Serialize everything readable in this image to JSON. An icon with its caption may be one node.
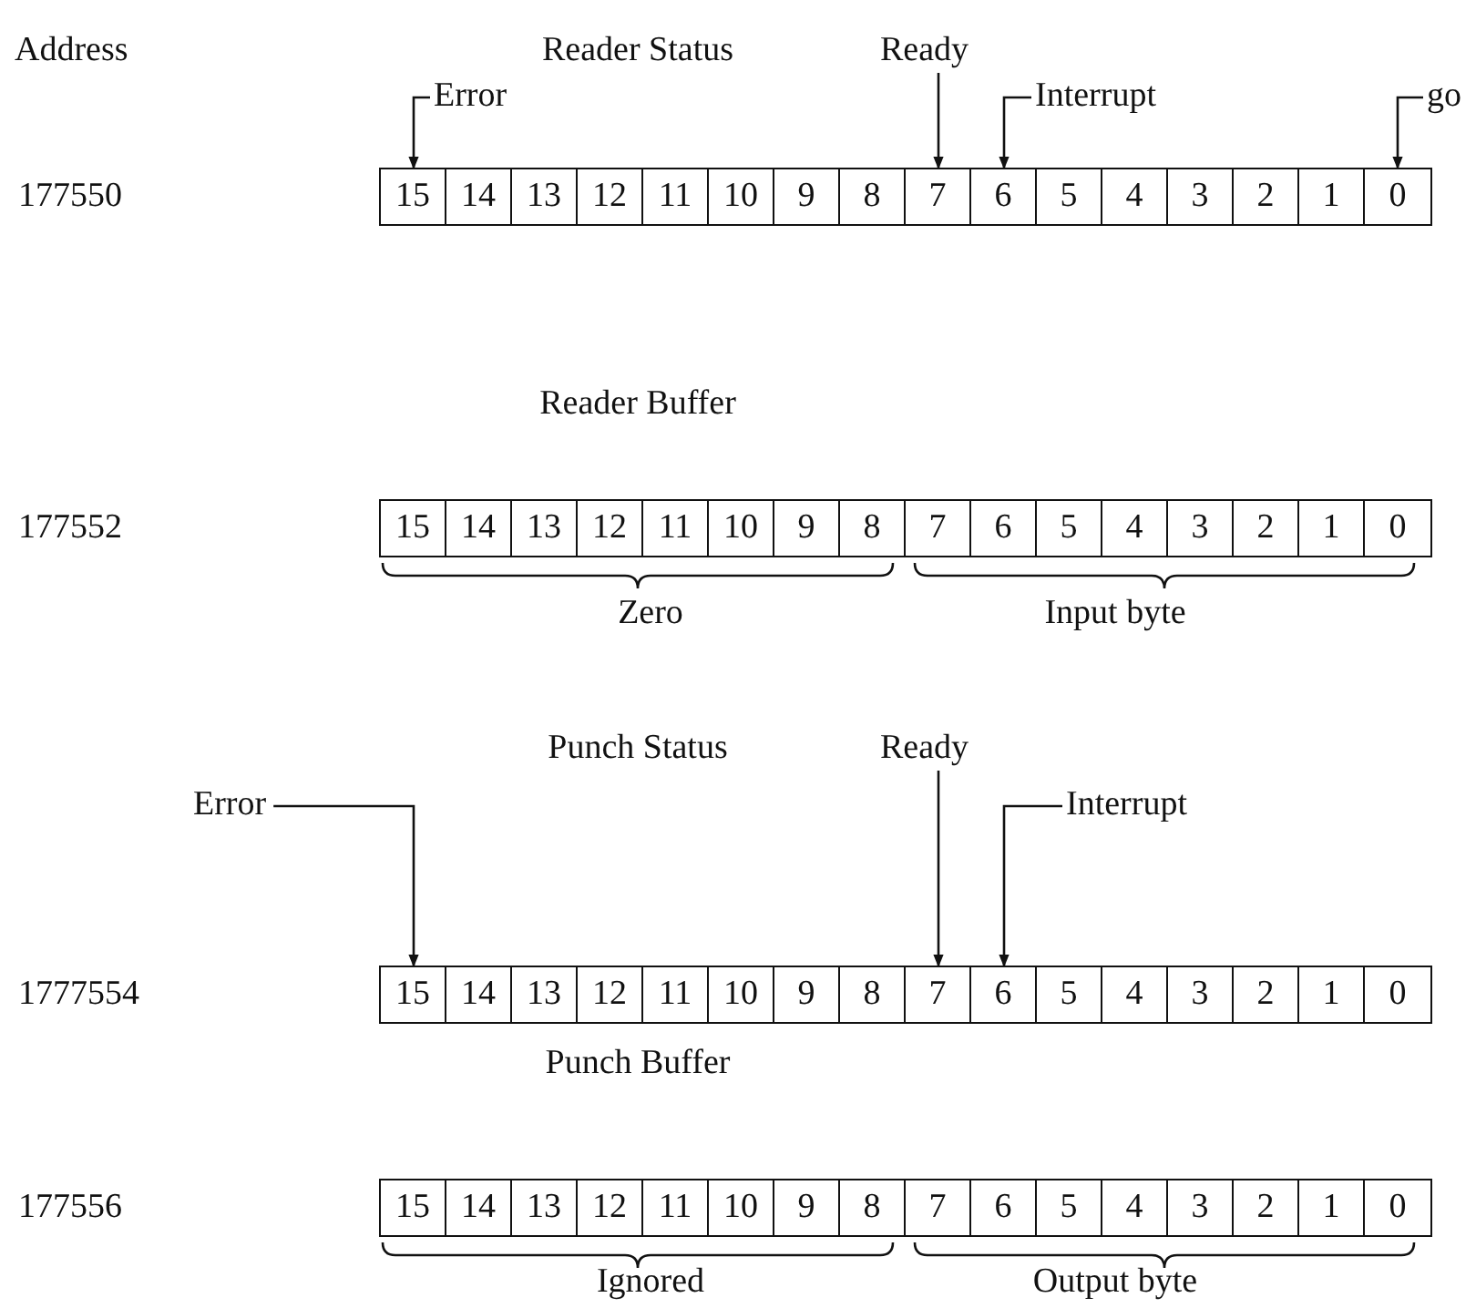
{
  "diagram": {
    "nodes": [
      {
        "text": [],
        "shape": "box"
      },
      {
        "text": [
          "15"
        ],
        "in": 0
      },
      {
        "text": [
          "14"
        ],
        "in": 0
      },
      {
        "text": [
          "13"
        ],
        "in": 0
      },
      {
        "text": [
          "12"
        ],
        "in": 0
      },
      {
        "text": [
          "11"
        ],
        "in": 0
      },
      {
        "text": [
          "10"
        ],
        "in": 0
      },
      {
        "text": [
          "9"
        ],
        "in": 0
      },
      {
        "text": [
          "8"
        ],
        "in": 0
      },
      {
        "text": [
          "7"
        ],
        "in": 0
      },
      {
        "text": [
          "6"
        ],
        "in": 0
      },
      {
        "text": [
          "5"
        ],
        "in": 0
      },
      {
        "text": [
          "4"
        ],
        "in": 0
      },
      {
        "text": [
          "3"
        ],
        "in": 0
      },
      {
        "text": [
          "2"
        ],
        "in": 0
      },
      {
        "text": [
          "1"
        ],
        "in": 0
      },
      {
        "text": [
          "0"
        ],
        "in": 0
      },
      {
        "text": [],
        "shape": "box"
      },
      {
        "text": [
          "15"
        ],
        "in": 17
      },
      {
        "text": [
          "14"
        ],
        "in": 17
      },
      {
        "text": [
          "13"
        ],
        "in": 17
      },
      {
        "text": [
          "12"
        ],
        "in": 17
      },
      {
        "text": [
          "11"
        ],
        "in": 17
      },
      {
        "text": [
          "10"
        ],
        "in": 17
      },
      {
        "text": [
          "9"
        ],
        "in": 17
      },
      {
        "text": [
          "8"
        ],
        "in": 17
      },
      {
        "text": [
          "7"
        ],
        "in": 17
      },
      {
        "text": [
          "6"
        ],
        "in": 17
      },
      {
        "text": [
          "5"
        ],
        "in": 17
      },
      {
        "text": [
          "4"
        ],
        "in": 17
      },
      {
        "text": [
          "3"
        ],
        "in": 17
      },
      {
        "text": [
          "2"
        ],
        "in": 17
      },
      {
        "text": [
          "1"
        ],
        "in": 17
      },
      {
        "text": [
          "0"
        ],
        "in": 17
      },
      {
        "text": [],
        "shape": "box"
      },
      {
        "text": [
          "15"
        ],
        "in": 34
      },
      {
        "text": [
          "14"
        ],
        "in": 34
      },
      {
        "text": [
          "13"
        ],
        "in": 34
      },
      {
        "text": [
          "12"
        ],
        "in": 34
      },
      {
        "text": [
          "11"
        ],
        "in": 34
      },
      {
        "text": [
          "10"
        ],
        "in": 34
      },
      {
        "text": [
          "9"
        ],
        "in": 34
      },
      {
        "text": [
          "8"
        ],
        "in": 34
      },
      {
        "text": [
          "7"
        ],
        "in": 34
      },
      {
        "text": [
          "6"
        ],
        "in": 34
      },
      {
        "text": [
          "5"
        ],
        "in": 34
      },
      {
        "text": [
          "4"
        ],
        "in": 34
      },
      {
        "text": [
          "3"
        ],
        "in": 34
      },
      {
        "text": [
          "2"
        ],
        "in": 34
      },
      {
        "text": [
          "1"
        ],
        "in": 34
      },
      {
        "text": [
          "0"
        ],
        "in": 34
      },
      {
        "text": [],
        "shape": "box"
      },
      {
        "text": [
          "15"
        ],
        "in": 51
      },
      {
        "text": [
          "14"
        ],
        "in": 51
      },
      {
        "text": [
          "13"
        ],
        "in": 51
      },
      {
        "text": [
          "12"
        ],
        "in": 51
      },
      {
        "text": [
          "11"
        ],
        "in": 51
      },
      {
        "text": [
          "10"
        ],
        "in": 51
      },
      {
        "text": [
          "9"
        ],
        "in": 51
      },
      {
        "text": [
          "8"
        ],
        "in": 51
      },
      {
        "text": [
          "7"
        ],
        "in": 51
      },
      {
        "text": [
          "6"
        ],
        "in": 51
      },
      {
        "text": [
          "5"
        ],
        "in": 51
      },
      {
        "text": [
          "4"
        ],
        "in": 51
      },
      {
        "text": [
          "3"
        ],
        "in": 51
      },
      {
        "text": [
          "2"
        ],
        "in": 51
      },
      {
        "text": [
          "1"
        ],
        "in": 51
      },
      {
        "text": [
          "0"
        ],
        "in": 51
      },
      {
        "text": [
          "Ready"
        ]
      },
      {
        "text": [
          "Error"
        ]
      },
      {
        "text": [
          "Interrupt"
        ]
      },
      {
        "text": [
          "go"
        ]
      },
      {
        "text": [
          "Ready"
        ]
      },
      {
        "text": [
          "Error"
        ]
      },
      {
        "text": [
          "Interrupt"
        ]
      }
    ],
    "edges": [
      {
        "from": 69,
        "to": 1,
        "arrow": "to"
      },
      {
        "from": 68,
        "to": 9,
        "arrow": "to"
      },
      {
        "from": 70,
        "to": 10,
        "arrow": "to"
      },
      {
        "from": 71,
        "to": 16,
        "arrow": "to"
      },
      {
        "from": 73,
        "to": 35,
        "arrow": "to"
      },
      {
        "from": 72,
        "to": 43,
        "arrow": "to"
      },
      {
        "from": 74,
        "to": 44,
        "arrow": "to"
      }
    ],
    "labels": [
      "Address",
      "Reader Status",
      "177550",
      "Reader Buffer",
      "177552",
      "Zero",
      "Input byte",
      "Punch Status",
      "1777554",
      "Punch Buffer",
      "177556",
      "Ignored",
      "Output byte"
    ]
  }
}
